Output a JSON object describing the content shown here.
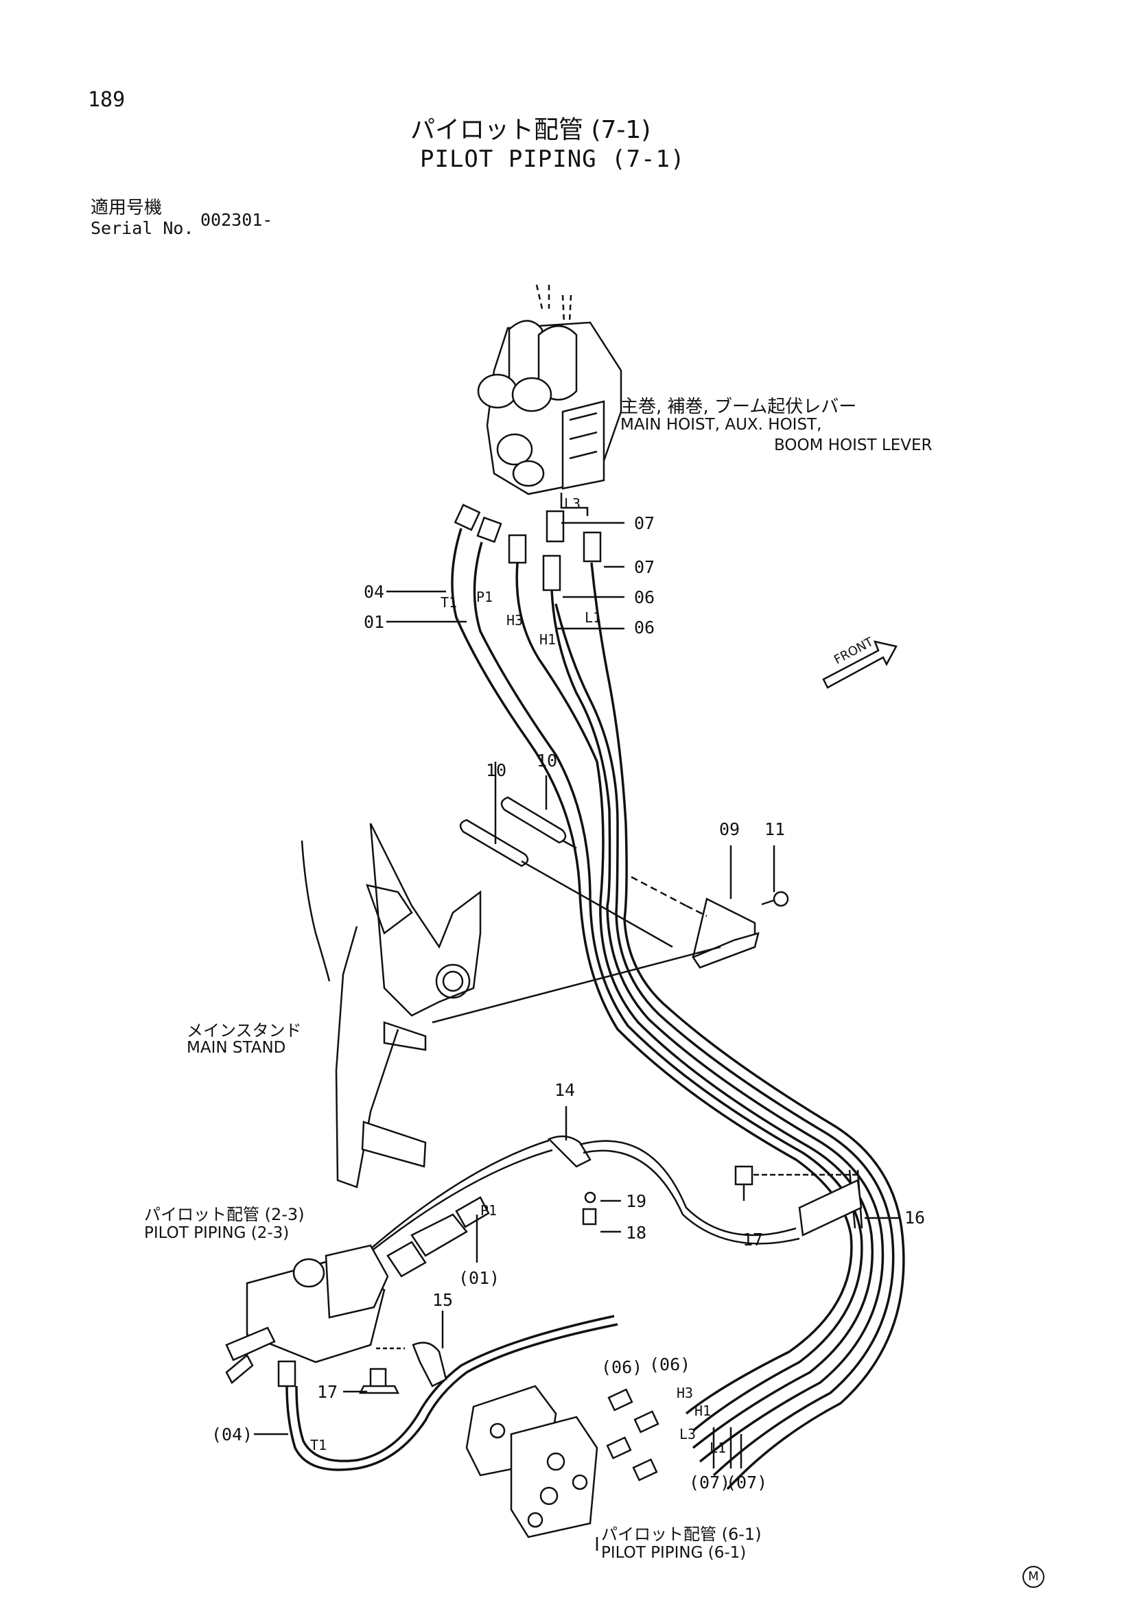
{
  "page": {
    "number": "189",
    "title_jp": "パイロット配管 (7-1)",
    "title_en": "PILOT PIPING (7-1)",
    "serial_label_jp": "適用号機",
    "serial_label_en": "Serial No.",
    "serial_value": "002301-",
    "mark": "M"
  },
  "captions": {
    "lever_jp": "主巻, 補巻, ブーム起伏レバー",
    "lever_en_1": "MAIN HOIST, AUX. HOIST,",
    "lever_en_2": "BOOM HOIST LEVER",
    "front": "FRONT",
    "main_stand_jp": "メインスタンド",
    "main_stand_en": "MAIN STAND",
    "pilot_23_jp": "パイロット配管 (2-3)",
    "pilot_23_en": "PILOT PIPING (2-3)",
    "pilot_61_jp": "パイロット配管 (6-1)",
    "pilot_61_en": "PILOT PIPING (6-1)"
  },
  "callouts": {
    "c07a": "07",
    "c07b": "07",
    "c06a": "06",
    "c06b": "06",
    "c04": "04",
    "c01": "01",
    "c10a": "10",
    "c10b": "10",
    "c09": "09",
    "c11": "11",
    "c14": "14",
    "c19": "19",
    "c18": "18",
    "c17a": "17",
    "c16": "16",
    "c01p": "(01)",
    "c15": "15",
    "c17b": "17",
    "c04p": "(04)",
    "c06pa": "(06)",
    "c06pb": "(06)",
    "c07pa": "(07)",
    "c07pb": "(07)"
  },
  "port_labels": {
    "L3_top": "L3",
    "T1_top": "T1",
    "P1_top": "P1",
    "H3_top": "H3",
    "H1_top": "H1",
    "L1_top": "L1",
    "P1_mid": "P1",
    "T1_bot": "T1",
    "H3_bot": "H3",
    "H1_bot": "H1",
    "L3_bot": "L3",
    "L1_bot": "L1"
  }
}
